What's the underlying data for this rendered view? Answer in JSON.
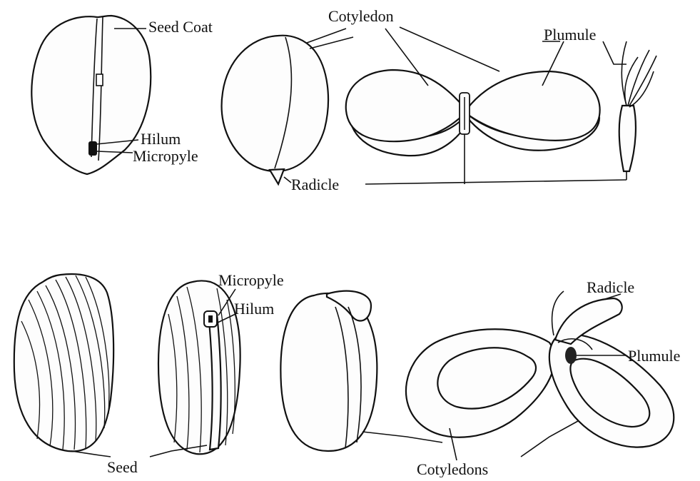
{
  "labels": {
    "seed_coat": "Seed Coat",
    "cotyledon": "Cotyledon",
    "plumule_top": "Plumule",
    "hilum_top": "Hilum",
    "micropyle_top": "Micropyle",
    "radicle_top": "Radicle",
    "micropyle_bottom": "Micropyle",
    "hilum_bottom": "Hilum",
    "radicle_bottom": "Radicle",
    "plumule_bottom": "Plumule",
    "seed": "Seed",
    "cotyledons": "Cotyledons"
  }
}
